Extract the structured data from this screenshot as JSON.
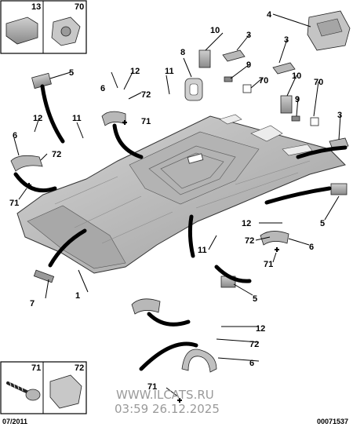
{
  "footer": {
    "date": "07/2011",
    "ref": "00071537"
  },
  "watermark": {
    "site": "WWW.ILCATS.RU",
    "stamp": "03:59 26.12.2025"
  },
  "callouts": {
    "c1": "1",
    "c3a": "3",
    "c3b": "3",
    "c3c": "3",
    "c4": "4",
    "c5a": "5",
    "c5b": "5",
    "c5c": "5",
    "c6a": "6",
    "c6b": "6",
    "c6c": "6",
    "c6d": "6",
    "c7": "7",
    "c8": "8",
    "c9a": "9",
    "c9b": "9",
    "c10a": "10",
    "c10b": "10",
    "c11a": "11",
    "c11b": "11",
    "c11c": "11",
    "c12a": "12",
    "c12b": "12",
    "c12c": "12",
    "c12d": "12",
    "c70a": "70",
    "c70b": "70",
    "c71a": "71",
    "c71b": "71",
    "c71c": "71",
    "c71d": "71",
    "c72a": "72",
    "c72b": "72",
    "c72c": "72",
    "c72d": "72"
  },
  "inset_labels": {
    "top_left": "13",
    "top_right": "70",
    "bottom_left": "71",
    "bottom_right": "72"
  },
  "colors": {
    "panel": "#bdbdbd",
    "panel_dark": "#8c8c8c",
    "part": "#a9a9a9",
    "line": "#000000",
    "watermark": "#9a9a9a"
  }
}
